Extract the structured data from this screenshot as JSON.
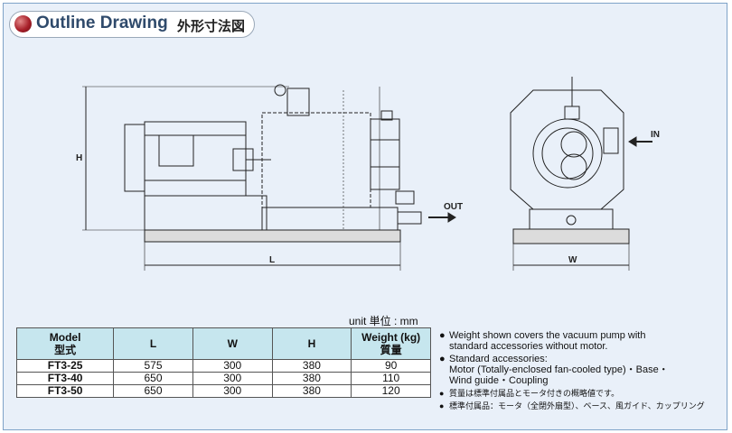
{
  "header": {
    "title_en": "Outline Drawing",
    "title_ja": "外形寸法図"
  },
  "drawing": {
    "labels": {
      "h": "H",
      "l": "L",
      "w": "W",
      "out": "OUT",
      "in": "IN"
    }
  },
  "table": {
    "unit": "unit 単位 : mm",
    "headers": {
      "model_en": "Model",
      "model_ja": "型式",
      "l": "L",
      "w": "W",
      "h": "H",
      "weight_en": "Weight (kg)",
      "weight_ja": "質量"
    },
    "rows": [
      {
        "model": "FT3-25",
        "l": "575",
        "w": "300",
        "h": "380",
        "weight": "90"
      },
      {
        "model": "FT3-40",
        "l": "650",
        "w": "300",
        "h": "380",
        "weight": "110"
      },
      {
        "model": "FT3-50",
        "l": "650",
        "w": "300",
        "h": "380",
        "weight": "120"
      }
    ]
  },
  "notes": {
    "bullet": "●",
    "weight_line1": "Weight shown covers the vacuum pump with",
    "weight_line2": "standard accessories without motor.",
    "accessories_title": "Standard accessories:",
    "accessories_line1": "Motor (Totally-enclosed fan-cooled type)・Base・",
    "accessories_line2": "Wind guide・Coupling",
    "ja_weight": "質量は標準付属品とモータ付きの概略値です。",
    "ja_accessories": "標準付属品：モータ（全閉外扇型）、ベース、風ガイド、カップリング"
  }
}
